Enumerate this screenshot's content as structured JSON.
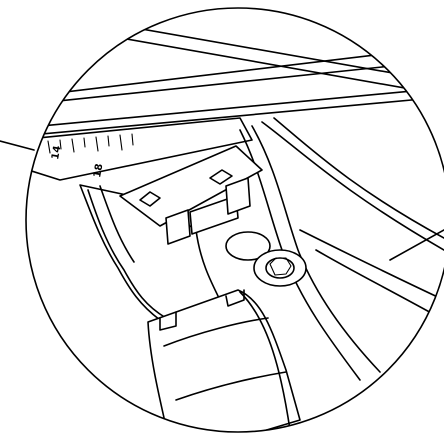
{
  "figure": {
    "kind": "line-art detail callout",
    "scale_marks": [
      "14",
      "18"
    ],
    "ink_color": "#000000",
    "paper_color": "#ffffff",
    "icons": [
      "hex-socket-screw-icon"
    ]
  }
}
